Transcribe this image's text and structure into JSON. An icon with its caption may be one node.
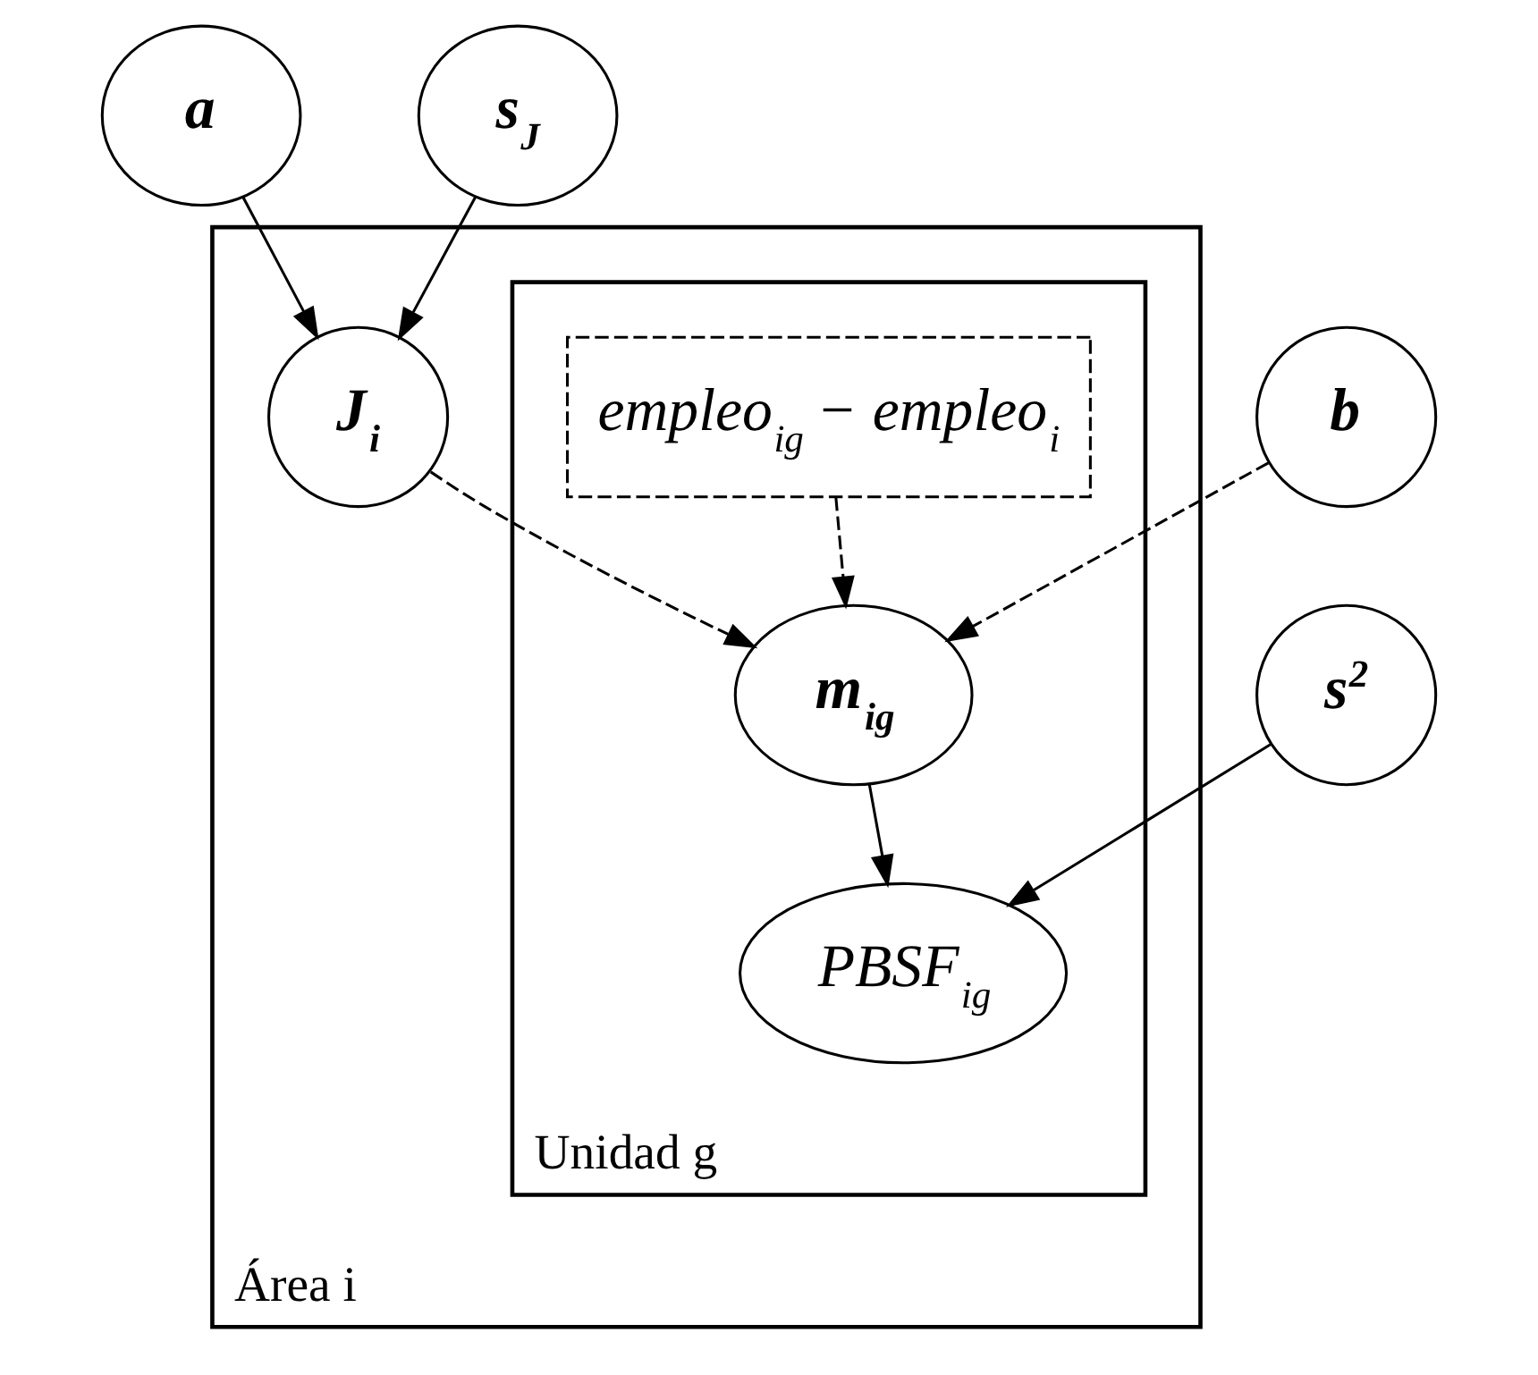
{
  "diagram": {
    "nodes": [
      {
        "text": [
          "a"
        ]
      },
      {
        "text": [
          "s$_{J}$"
        ]
      },
      {
        "text": [
          "Área i"
        ]
      },
      {
        "text": [
          "J$_{i}$"
        ],
        "in": 2
      },
      {
        "text": [
          "b"
        ]
      },
      {
        "text": [
          "Unidad g"
        ],
        "in": 2
      },
      {
        "text": [
          "empleo$_{ig}$ − empleo$_{i}$"
        ],
        "in": 5
      },
      {
        "text": [
          "m$_{ig}$"
        ],
        "in": 5
      },
      {
        "text": [
          "PBSF$_{ig}$"
        ],
        "in": 5
      },
      {
        "text": [
          "s$^{2}$"
        ]
      }
    ],
    "edges": [
      {
        "from": 0,
        "to": 3,
        "arrow": "to"
      },
      {
        "from": 1,
        "to": 3,
        "arrow": "to"
      },
      {
        "from": 3,
        "to": 7,
        "arrow": "to",
        "style": "dashed"
      },
      {
        "from": 4,
        "to": 7,
        "arrow": "to",
        "style": "dashed"
      },
      {
        "from": 6,
        "to": 7,
        "arrow": "to",
        "style": "dashed"
      },
      {
        "from": 7,
        "to": 8,
        "arrow": "to"
      },
      {
        "from": 9,
        "to": 8,
        "arrow": "to"
      }
    ]
  }
}
